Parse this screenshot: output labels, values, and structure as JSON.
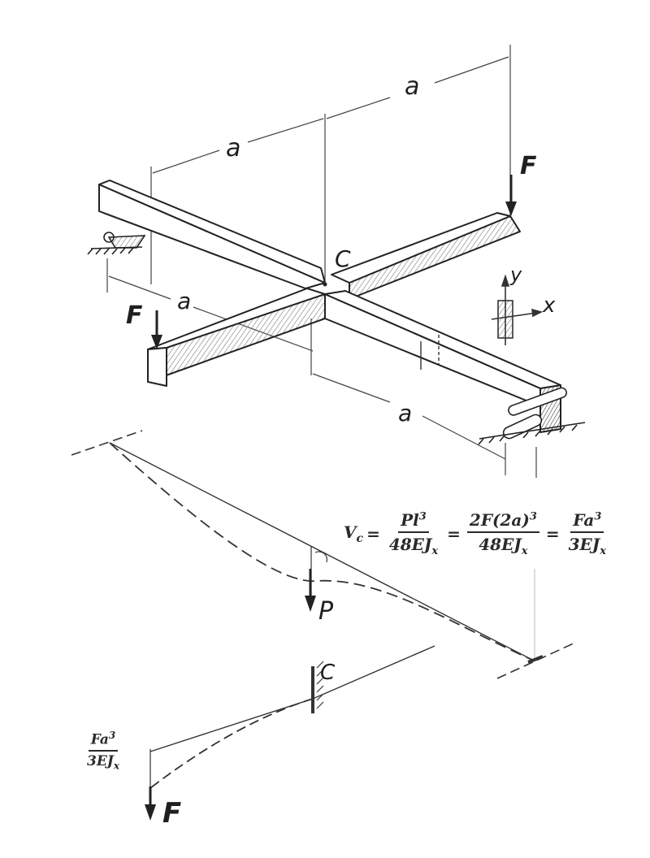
{
  "labels": {
    "dim_a_top_right": "a",
    "dim_a_top_left": "a",
    "dim_a_left": "a",
    "dim_a_bottom": "a",
    "force_top": "F",
    "force_left": "F",
    "point_c": "C",
    "axis_x": "x",
    "axis_y": "y",
    "load_p": "P",
    "point_c_lower": "C",
    "force_bottom": "F"
  },
  "formula": {
    "lhs_base": "V",
    "lhs_sub": "c",
    "t1_num_base": "Pl",
    "t1_num_sup": "3",
    "t1_den_base": "48EJ",
    "t1_den_sub": "x",
    "t2_num_base": "2F(2a)",
    "t2_num_sup": "3",
    "t2_den_base": "48EJ",
    "t2_den_sub": "x",
    "t3_num_base": "Fa",
    "t3_num_sup": "3",
    "t3_den_base": "3EJ",
    "t3_den_sub": "x",
    "eq1": "=",
    "eq2": "=",
    "eq3": "="
  },
  "deflection_label": {
    "num_base": "Fa",
    "num_sup": "3",
    "den_base": "3EJ",
    "den_sub": "x"
  }
}
